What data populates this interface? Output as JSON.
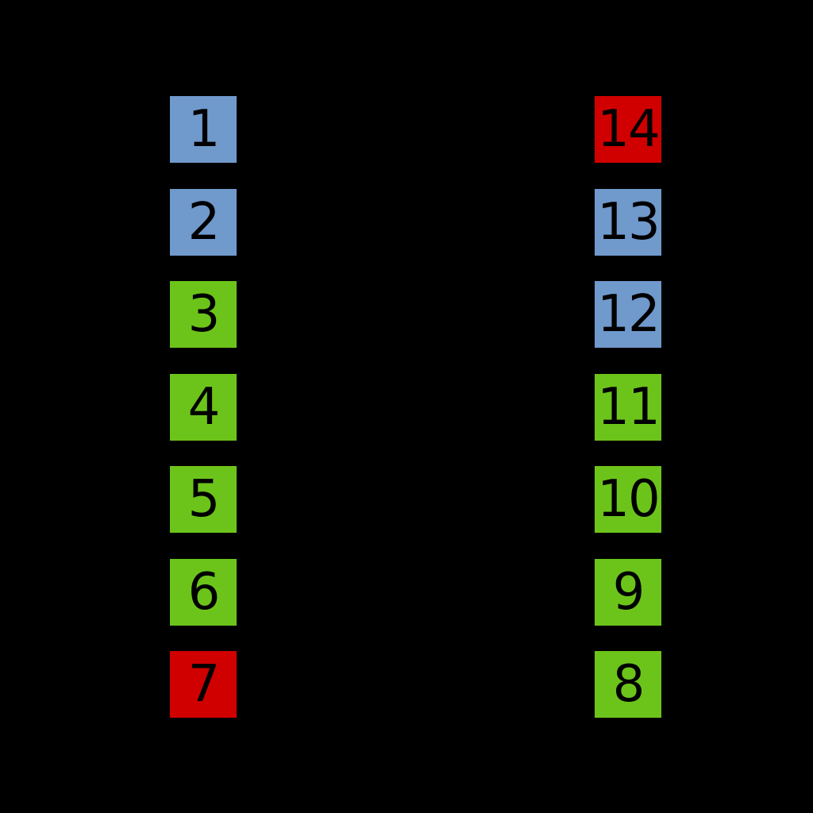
{
  "diagram": {
    "background_color": "#000000",
    "text_color": "#000000",
    "pin_colors": {
      "blue": "#7099CC",
      "green": "#6CC41A",
      "red": "#D00000"
    },
    "left_column_pins": [
      {
        "label": "1",
        "color": "blue"
      },
      {
        "label": "2",
        "color": "blue"
      },
      {
        "label": "3",
        "color": "green"
      },
      {
        "label": "4",
        "color": "green"
      },
      {
        "label": "5",
        "color": "green"
      },
      {
        "label": "6",
        "color": "green"
      },
      {
        "label": "7",
        "color": "red"
      }
    ],
    "right_column_pins": [
      {
        "label": "14",
        "color": "red"
      },
      {
        "label": "13",
        "color": "blue"
      },
      {
        "label": "12",
        "color": "blue"
      },
      {
        "label": "11",
        "color": "green"
      },
      {
        "label": "10",
        "color": "green"
      },
      {
        "label": "9",
        "color": "green"
      },
      {
        "label": "8",
        "color": "green"
      }
    ]
  }
}
